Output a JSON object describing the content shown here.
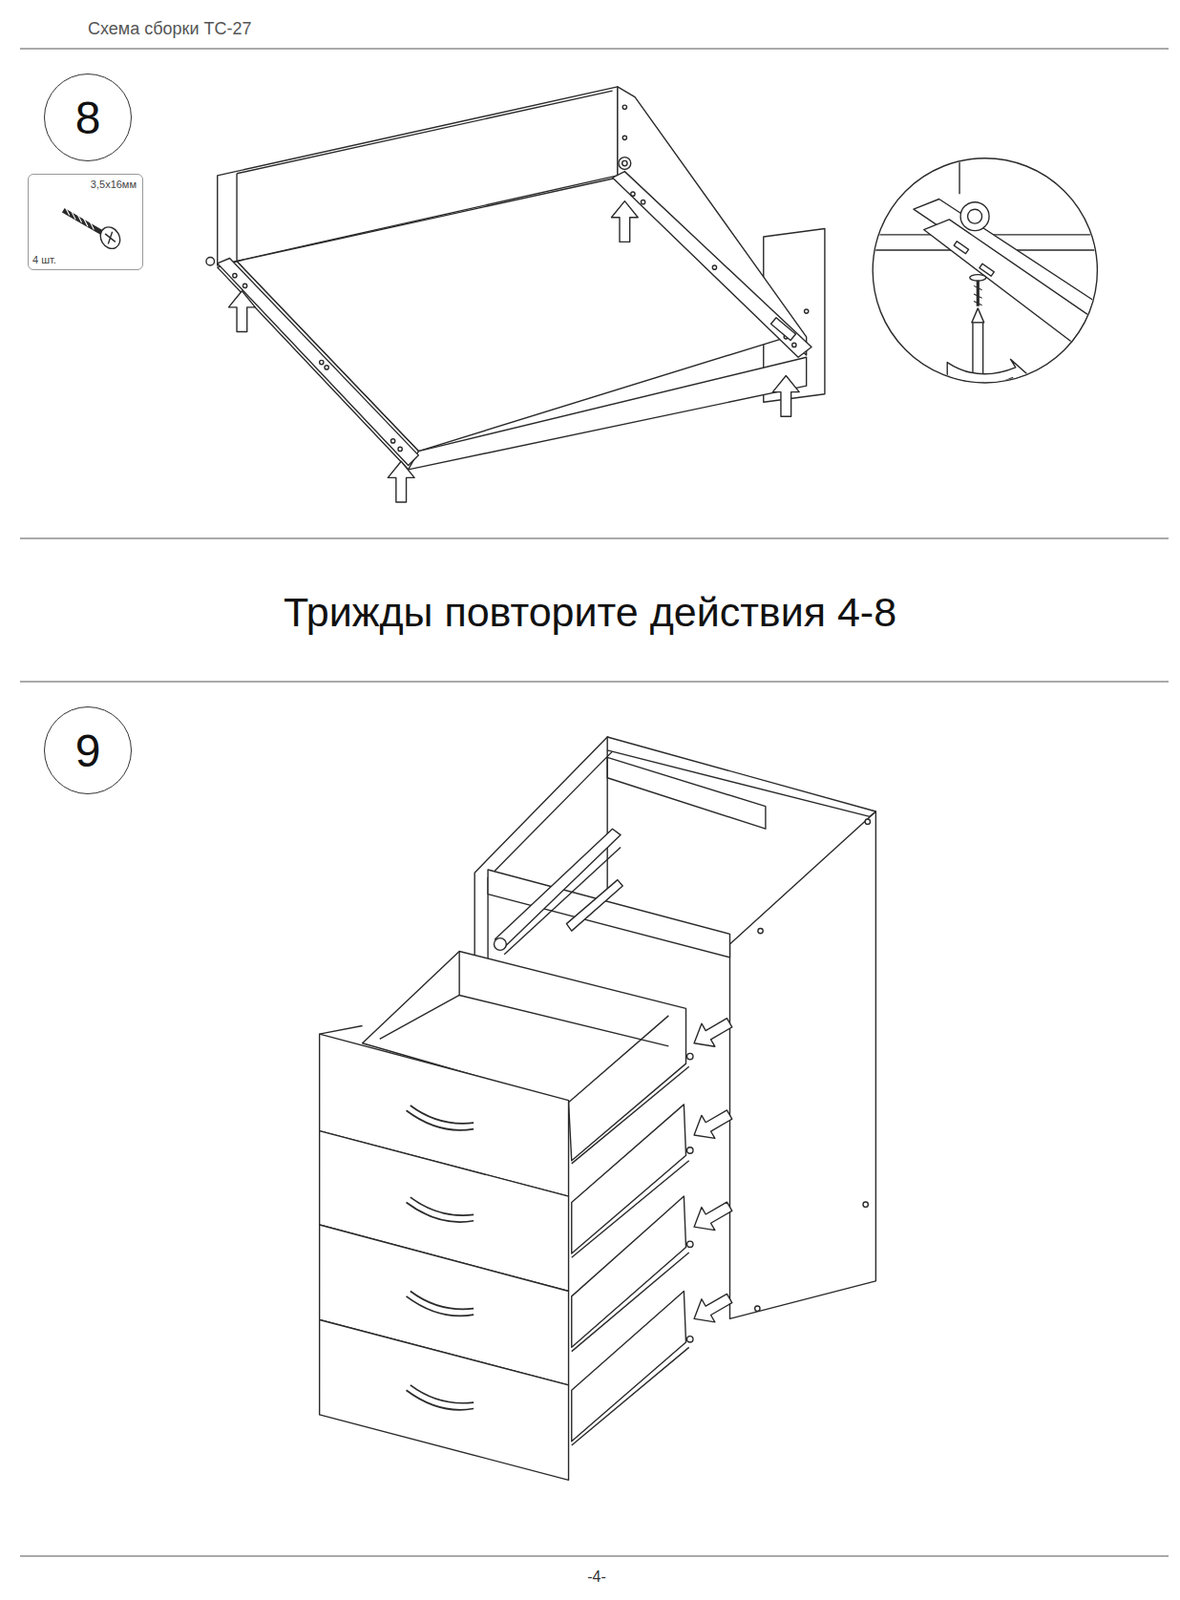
{
  "diagram": {
    "title": "Схема сборки ТС-27",
    "nodes": [
      {
        "text": [
          "8"
        ]
      },
      {
        "text": [
          "3,5x16мм",
          "4 шт."
        ]
      },
      {
        "text": [
          "9"
        ]
      }
    ],
    "labels": [
      "Трижды повторите действия 4-8",
      "-4-"
    ]
  }
}
